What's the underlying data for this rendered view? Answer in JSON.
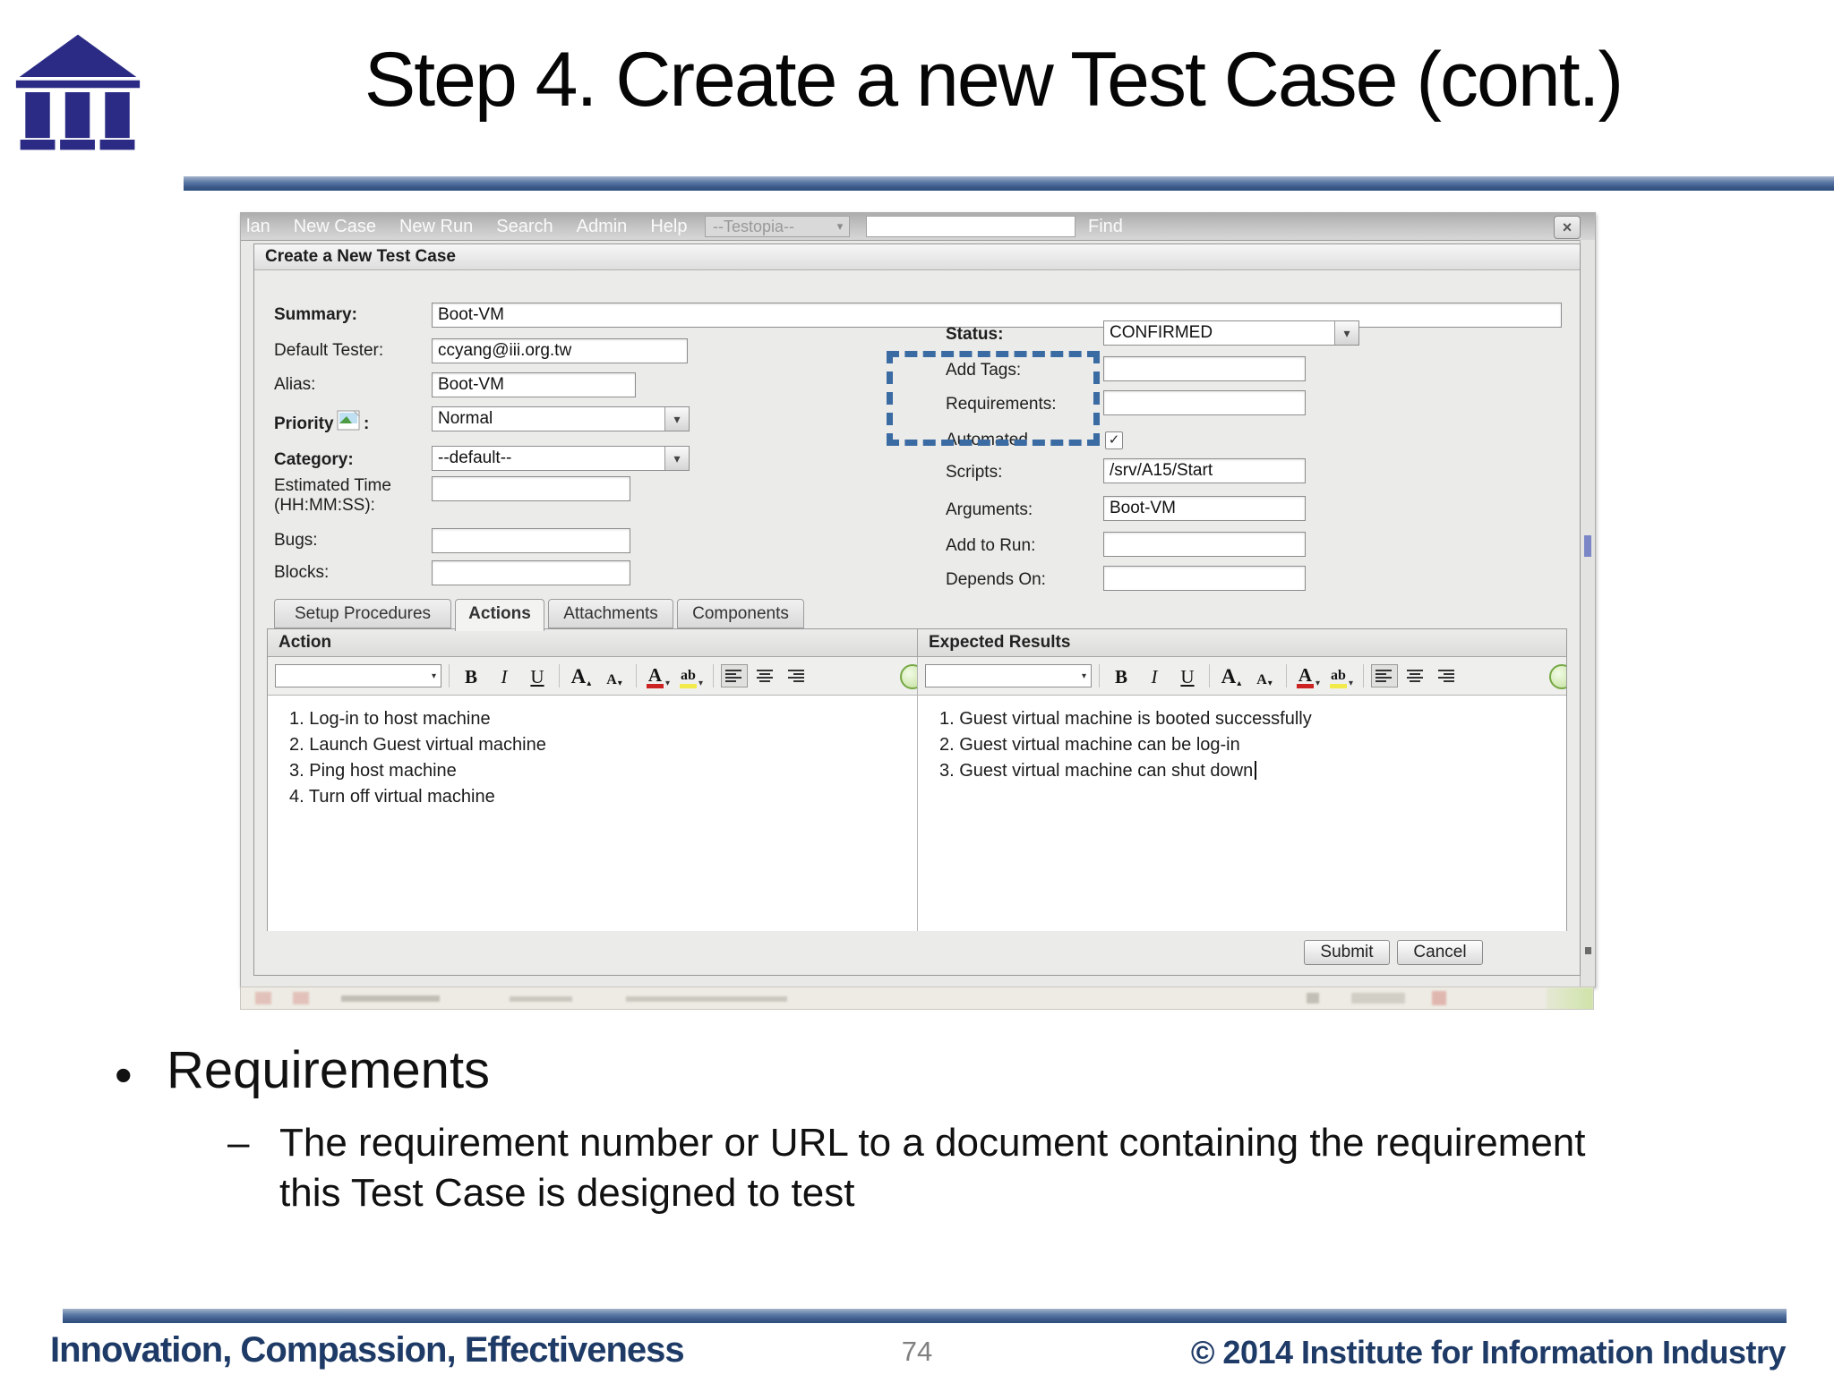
{
  "slide": {
    "title": "Step 4. Create a new Test Case (cont.)",
    "bullet": {
      "marker": "•",
      "label": "Requirements"
    },
    "sub_bullet": {
      "marker": "–",
      "line1": "The requirement number or URL to a document containing the requirement",
      "line2": "this Test Case is designed to test"
    },
    "footer": {
      "left": "Innovation, Compassion, Effectiveness",
      "page": "74",
      "right": "© 2014 Institute for Information Industry"
    },
    "colors": {
      "rule_blue": "#45638f",
      "footer_navy": "#1e3a66",
      "logo_navy": "#2b2b85",
      "highlight_box": "#3b6ba3"
    }
  },
  "app": {
    "menubar": {
      "items": [
        "lan",
        "New Case",
        "New Run",
        "Search",
        "Admin",
        "Help"
      ],
      "product_select": "--Testopia--",
      "search_value": "",
      "find": "Find"
    },
    "window": {
      "close_icon": "×"
    },
    "dialog_title": "Create a New Test Case",
    "form": {
      "summary": {
        "label": "Summary:",
        "value": "Boot-VM"
      },
      "default_tester": {
        "label": "Default Tester:",
        "value": "ccyang@iii.org.tw"
      },
      "alias": {
        "label": "Alias:",
        "value": "Boot-VM"
      },
      "priority": {
        "label": "Priority",
        "colon": ":",
        "value": "Normal"
      },
      "category": {
        "label": "Category:",
        "value": "--default--"
      },
      "estimated_time": {
        "label1": "Estimated Time",
        "label2": "(HH:MM:SS):",
        "value": ""
      },
      "bugs": {
        "label": "Bugs:",
        "value": ""
      },
      "blocks": {
        "label": "Blocks:",
        "value": ""
      },
      "status": {
        "label": "Status:",
        "value": "CONFIRMED"
      },
      "add_tags": {
        "label": "Add Tags:",
        "value": ""
      },
      "requirements": {
        "label": "Requirements:",
        "value": ""
      },
      "automated": {
        "label": "Automated",
        "checked": "✓"
      },
      "scripts": {
        "label": "Scripts:",
        "value": "/srv/A15/Start"
      },
      "arguments": {
        "label": "Arguments:",
        "value": "Boot-VM"
      },
      "add_to_run": {
        "label": "Add to Run:",
        "value": ""
      },
      "depends_on": {
        "label": "Depends On:",
        "value": ""
      }
    },
    "tabs": [
      {
        "label": "Setup Procedures"
      },
      {
        "label": "Actions"
      },
      {
        "label": "Attachments"
      },
      {
        "label": "Components"
      }
    ],
    "editor": {
      "action": {
        "header": "Action",
        "lines": [
          "1. Log-in to host machine",
          "2. Launch Guest virtual machine",
          "3. Ping host machine",
          "4. Turn off virtual machine"
        ]
      },
      "expected": {
        "header": "Expected Results",
        "lines": [
          "1. Guest virtual machine is booted successfully",
          "2. Guest virtual machine can be log-in",
          "3. Guest virtual machine can shut down"
        ]
      },
      "toolbar": {
        "bold": "B",
        "italic": "I",
        "underline": "U",
        "grow": "A",
        "shrink": "A",
        "color": "A",
        "highlight": "ab",
        "dropdown": "▾",
        "up_caret": "▴",
        "down_caret": "▾"
      }
    },
    "buttons": {
      "submit": "Submit",
      "cancel": "Cancel"
    }
  }
}
